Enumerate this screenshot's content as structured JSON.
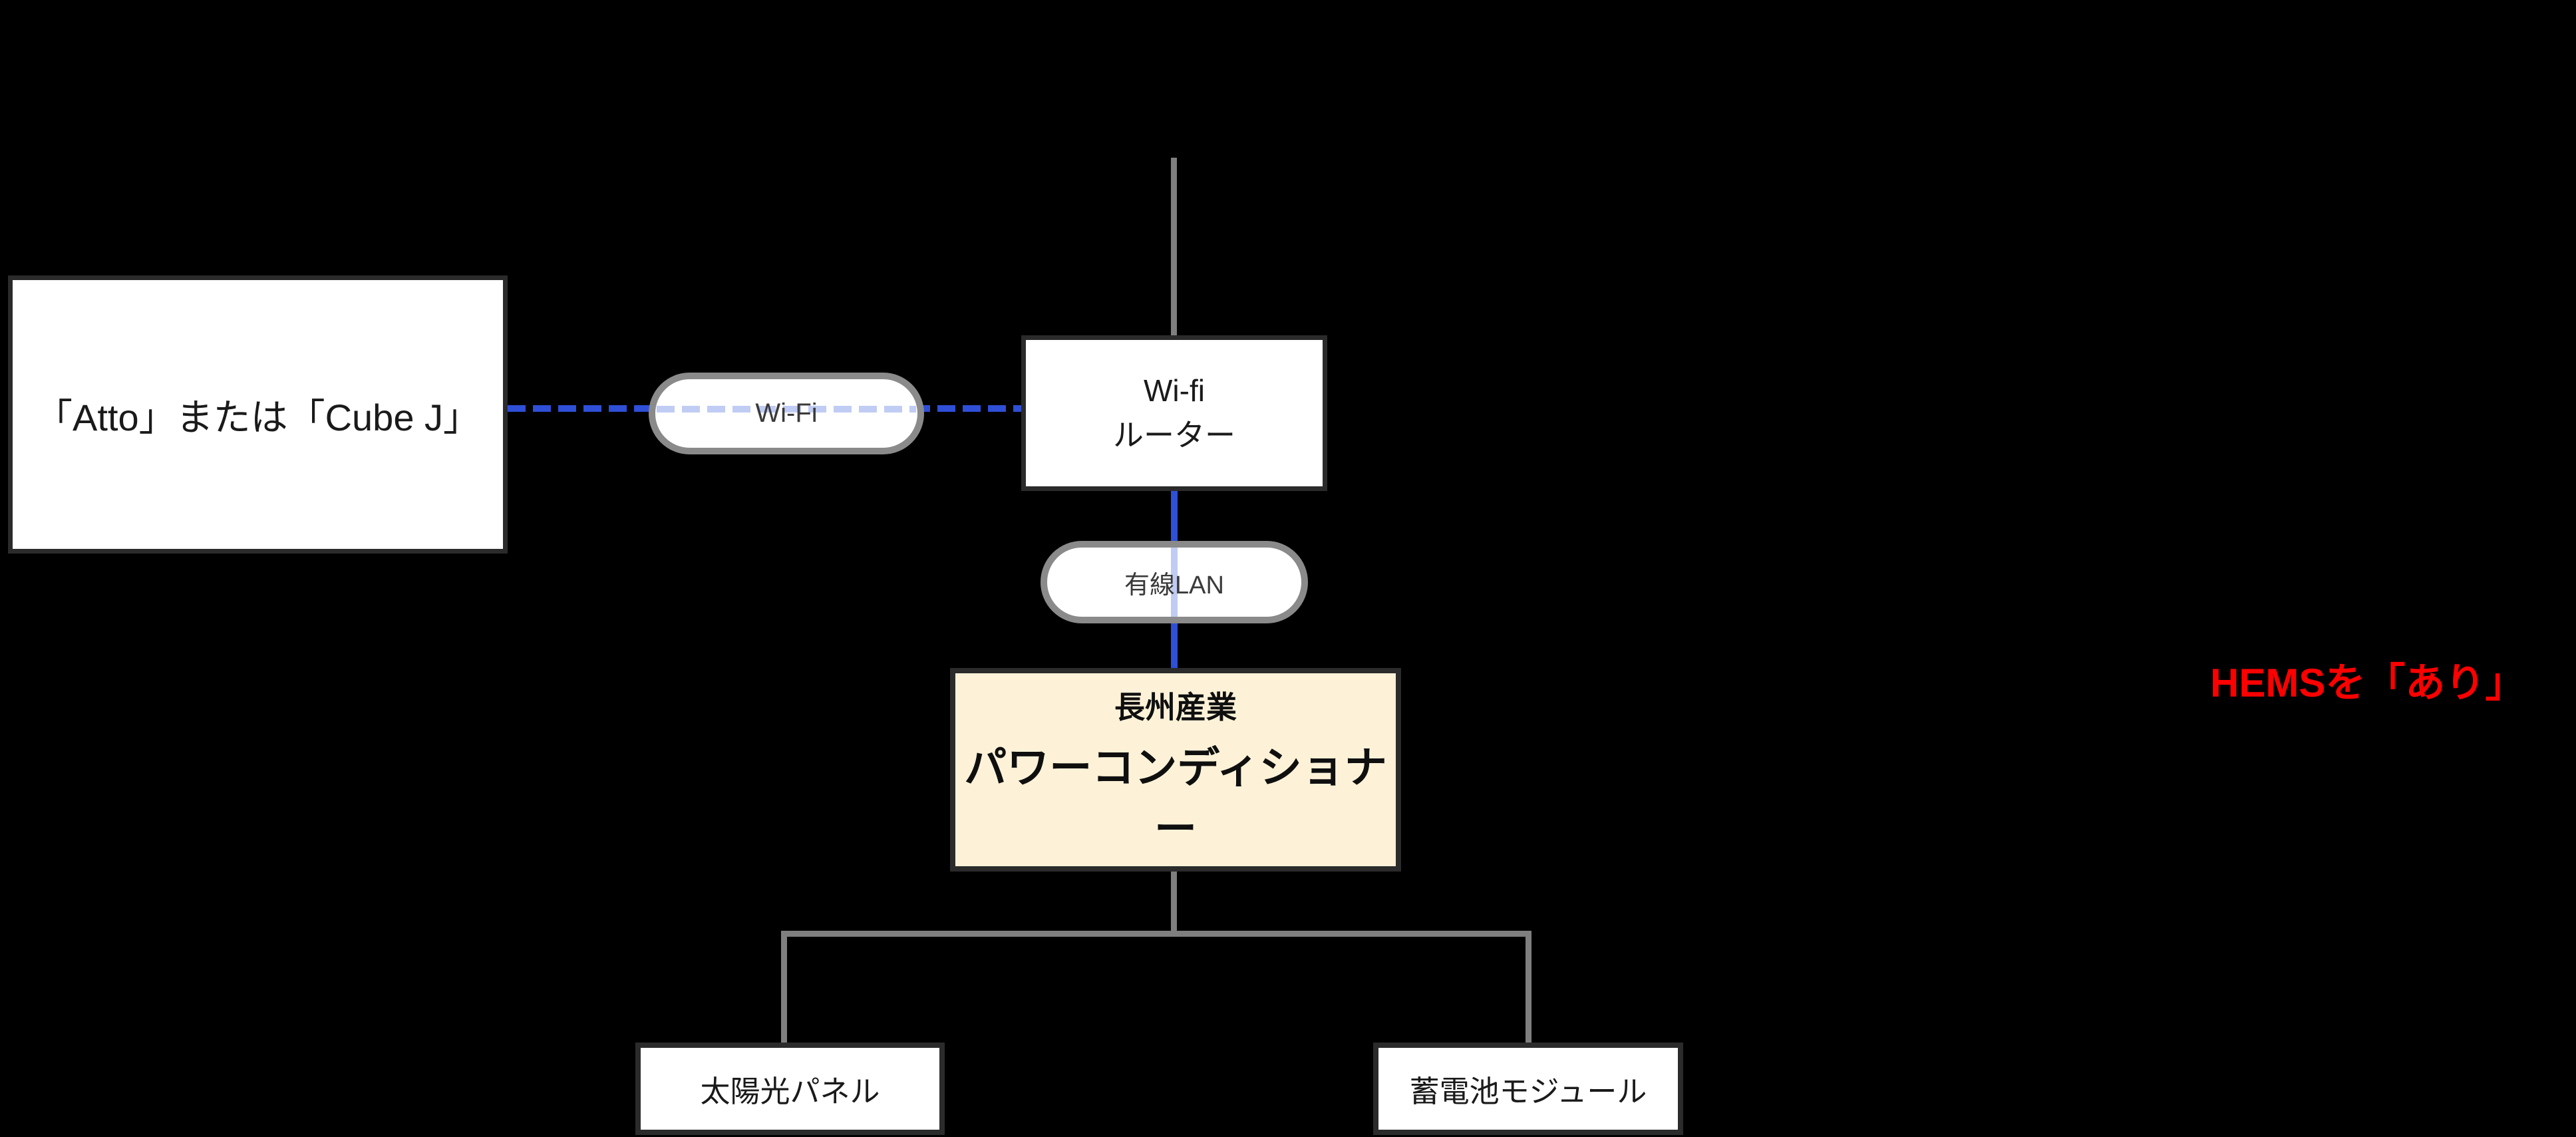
{
  "diagram": {
    "app_node": {
      "label": "「Atto」または「Cube J」"
    },
    "wifi_link": {
      "label": "Wi-Fi"
    },
    "router": {
      "line1": "Wi-fi",
      "line2": "ルーター"
    },
    "wired_link": {
      "label": "有線LAN"
    },
    "power_conditioner": {
      "brand": "長州産業",
      "label": "パワーコンディショナー"
    },
    "solar_panel": {
      "label": "太陽光パネル"
    },
    "battery_module": {
      "label": "蓄電池モジュール"
    },
    "annotation": {
      "label": "HEMSを「あり」"
    }
  },
  "colors": {
    "background": "#000000",
    "box_border": "#2B2B2B",
    "pill_border": "#8A8A8A",
    "connector_gray": "#7F7F7F",
    "link_blue": "#2E4FD6",
    "link_blue_light": "#C0CCF3",
    "node_white": "#FFFFFF",
    "power_fill": "#FDF2D8",
    "text_dark": "#1A1A1A",
    "note_red": "#FE0000"
  }
}
